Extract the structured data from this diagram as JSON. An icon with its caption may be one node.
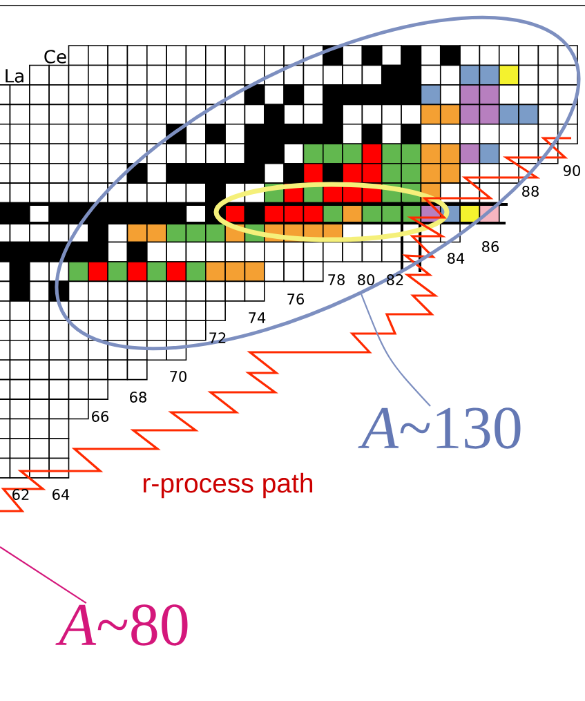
{
  "diagram": {
    "nodes": [
      {
        "text": [],
        "shape": "ellipse"
      },
      {
        "text": [
          "*A*~130"
        ]
      },
      {
        "text": [
          "*A*~80"
        ]
      }
    ],
    "edges": [
      {
        "from": 1,
        "to": 0,
        "arrow": "none",
        "color": "#7d8fc0"
      },
      {
        "from": 2,
        "to": null,
        "arrow": "none",
        "color": "#d4177b"
      }
    ],
    "labels": [
      "Ce",
      "La",
      "90",
      "88",
      "86",
      "84",
      "78",
      "80",
      "82",
      "76",
      "74",
      "72",
      "70",
      "68",
      "66",
      "r-process path",
      "62",
      "64"
    ]
  }
}
